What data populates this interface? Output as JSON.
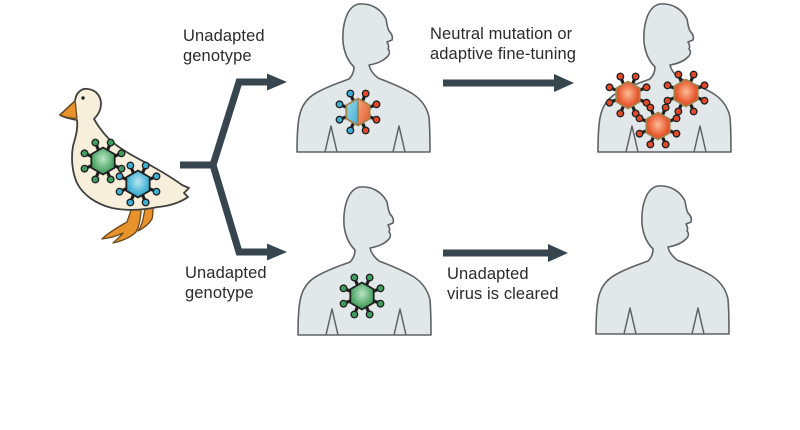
{
  "figure": {
    "type": "pathway-diagram",
    "reservoir": {
      "animal": "duck",
      "viruses": [
        {
          "name": "avian-virus-green",
          "color": "#4fa468"
        },
        {
          "name": "avian-virus-blue",
          "color": "#3faed2"
        }
      ]
    },
    "top_pathway": {
      "branch_label_lines": [
        "Unadapted",
        "genotype"
      ],
      "arrow_label_lines": [
        "Neutral mutation or",
        "adaptive fine-tuning"
      ],
      "infected_host_virus": "reassortant-blue-red",
      "outcome_host_viruses": [
        "adapted-red",
        "adapted-red",
        "adapted-red"
      ]
    },
    "bottom_pathway": {
      "branch_label_lines": [
        "Unadapted",
        "genotype"
      ],
      "arrow_label_lines": [
        "Unadapted",
        "virus is cleared"
      ],
      "infected_host_virus": "avian-virus-green",
      "outcome_host_viruses": []
    },
    "colors": {
      "arrow": "#36454e",
      "text": "#2b2b2b",
      "human_fill": "#e2e8ea",
      "human_stroke": "#606266",
      "duck_fill": "#f7efdb",
      "duck_beak": "#e8922c",
      "virus_green": "#4fa468",
      "virus_blue": "#3faed2",
      "virus_red": "#e85229"
    }
  }
}
